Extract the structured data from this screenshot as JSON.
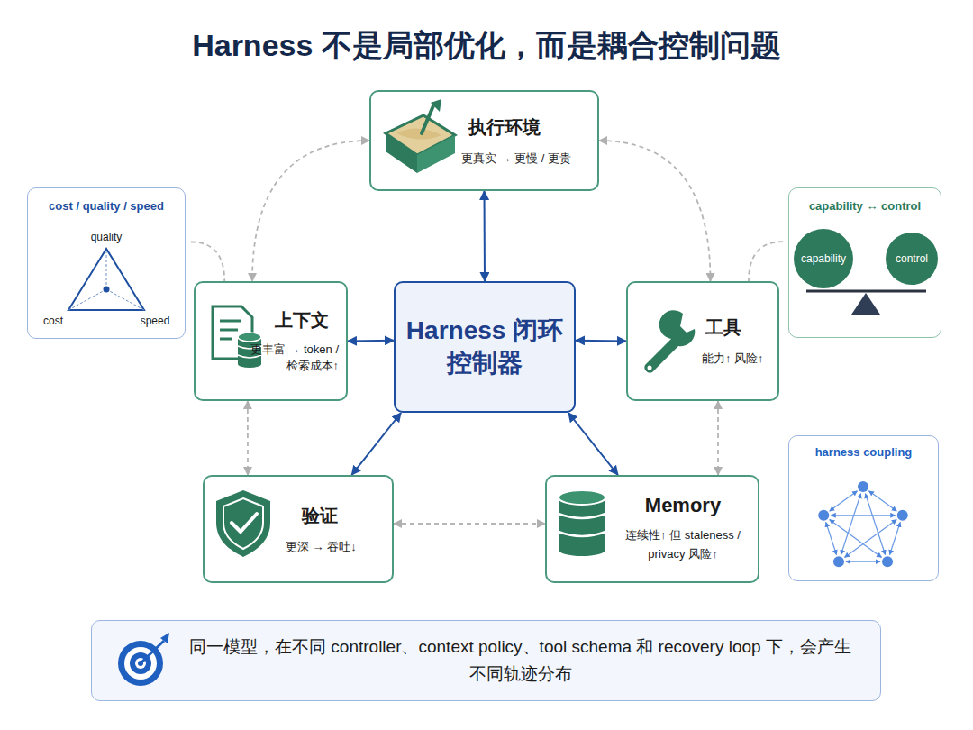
{
  "diagram": {
    "title": "Harness 不是局部优化，而是耦合控制问题",
    "nodes": [
      {
        "text": [
          "执行环境",
          "更真实 → 更慢 / 更贵"
        ]
      },
      {
        "text": [
          "cost / quality / speed"
        ]
      },
      {
        "text": [
          "上下文",
          "更丰富 → token / 检索成本↑"
        ]
      },
      {
        "text": [
          "Harness 闭环控制器"
        ]
      },
      {
        "text": [
          "capability ↔ control"
        ]
      },
      {
        "text": [
          "capability"
        ],
        "in": 4
      },
      {
        "text": [
          "control"
        ],
        "in": 4
      },
      {
        "text": [
          "工具",
          "能力↑ 风险↑"
        ]
      },
      {
        "text": [
          "验证",
          "更深 → 吞吐↓"
        ]
      },
      {
        "text": [
          "Memory",
          "连续性↑ 但 staleness / privacy 风险↑"
        ]
      },
      {
        "text": [
          "harness coupling"
        ]
      },
      {
        "text": [
          "同一模型，在不同 controller、context policy、tool schema 和 recovery loop 下，会产生不同轨迹分布"
        ]
      }
    ],
    "edges": [
      {
        "from": 3,
        "to": 0,
        "arrow": "both"
      },
      {
        "from": 3,
        "to": 2,
        "arrow": "both"
      },
      {
        "from": 3,
        "to": 7,
        "arrow": "both"
      },
      {
        "from": 3,
        "to": 8,
        "arrow": "both"
      },
      {
        "from": 3,
        "to": 9,
        "arrow": "both"
      },
      {
        "from": 0,
        "to": 2,
        "arrow": "both"
      },
      {
        "from": 0,
        "to": 7,
        "arrow": "both"
      },
      {
        "from": 2,
        "to": 8,
        "arrow": "both"
      },
      {
        "from": 7,
        "to": 9,
        "arrow": "both"
      },
      {
        "from": 8,
        "to": 9,
        "arrow": "both"
      },
      {
        "from": 1,
        "to": 2,
        "arrow": "none"
      },
      {
        "from": 4,
        "to": 7,
        "arrow": "none"
      }
    ],
    "labels": [
      "quality",
      "cost",
      "speed"
    ]
  }
}
